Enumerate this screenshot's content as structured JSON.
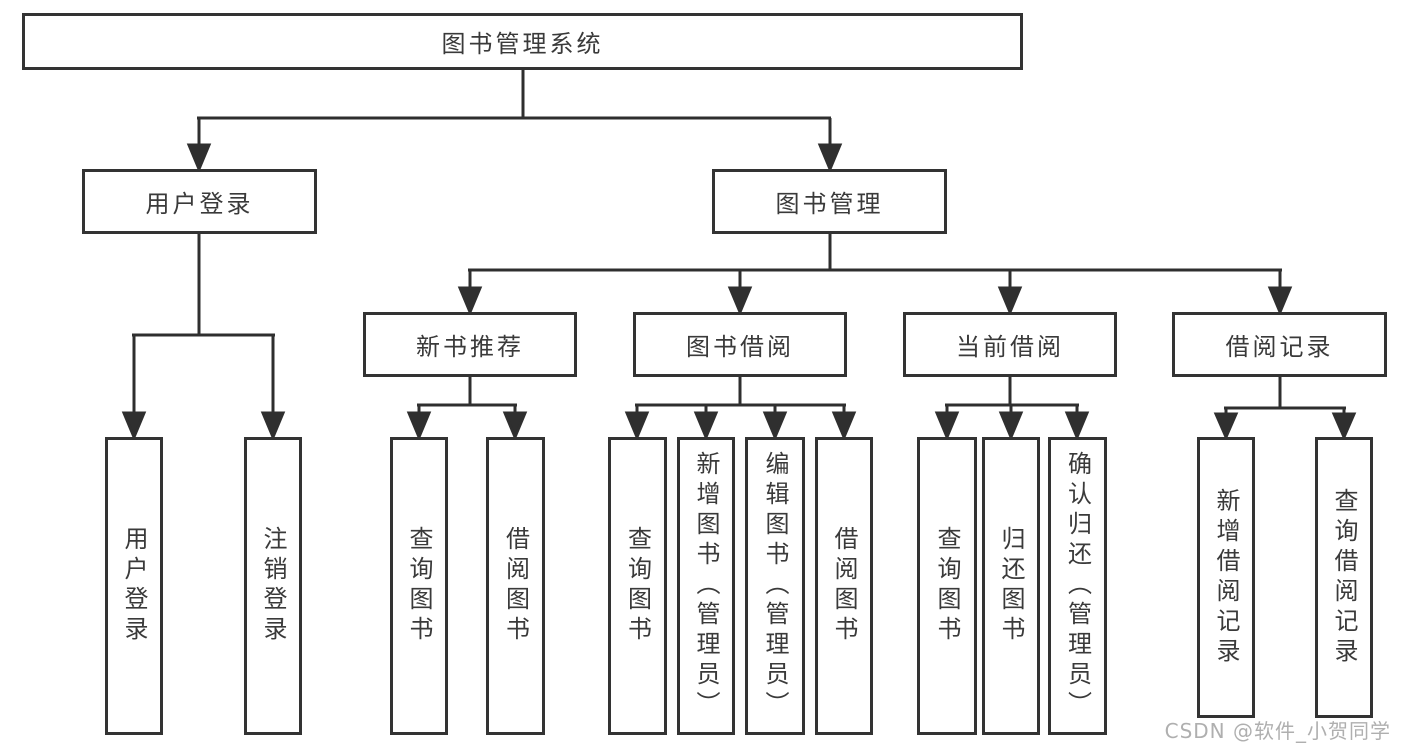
{
  "diagram": {
    "root": "图书管理系统",
    "l1": [
      "用户登录",
      "图书管理"
    ],
    "l2": [
      "新书推荐",
      "图书借阅",
      "当前借阅",
      "借阅记录"
    ],
    "leaves": [
      "用户登录",
      "注销登录",
      "查询图书",
      "借阅图书",
      "查询图书",
      "新增图书（管理员）",
      "编辑图书（管理员）",
      "借阅图书",
      "查询图书",
      "归还图书",
      "确认归还（管理员）",
      "新增借阅记录",
      "查询借阅记录"
    ]
  },
  "watermark": "CSDN @软件_小贺同学",
  "colors": {
    "line": "#2f2f2f",
    "border": "#333333",
    "text": "#3a3a3a",
    "background": "#ffffff",
    "watermark": "#a8a8a8"
  }
}
